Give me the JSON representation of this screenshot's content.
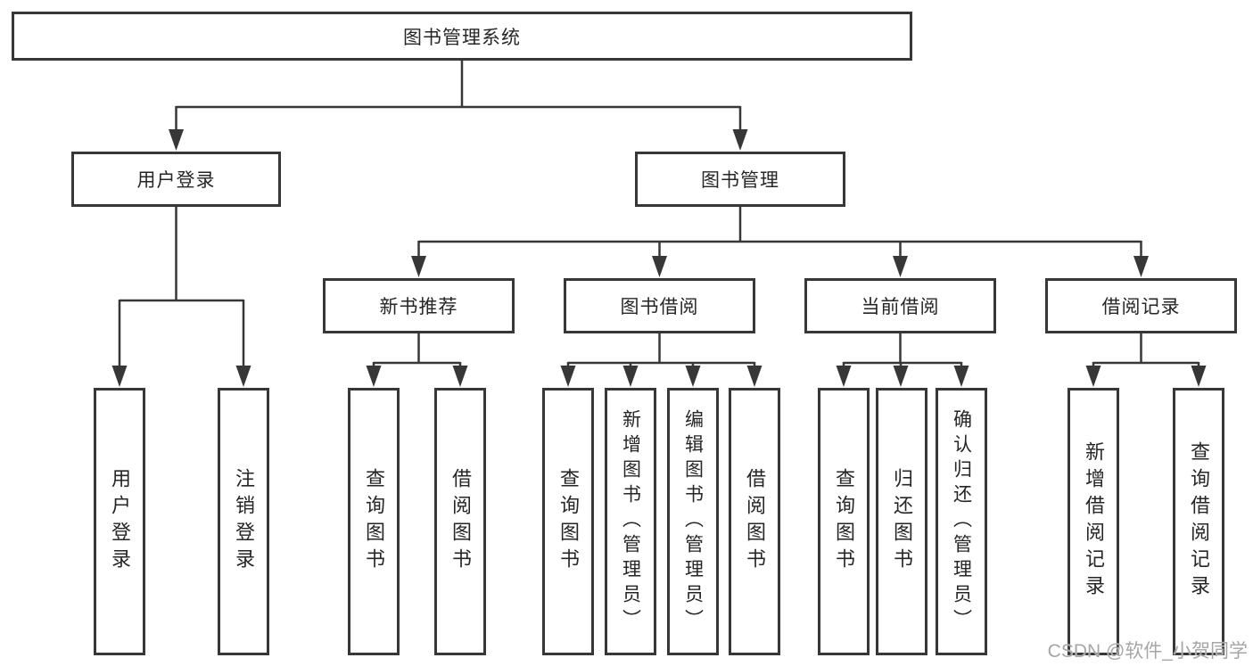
{
  "diagram": {
    "root": "图书管理系统",
    "level2": {
      "user_login": "用户登录",
      "book_management": "图书管理"
    },
    "level3": {
      "new_book": "新书推荐",
      "book_borrow": "图书借阅",
      "current_borrow": "当前借阅",
      "borrow_records": "借阅记录"
    },
    "leaves": {
      "user_login": [
        "用户登录",
        "注销登录"
      ],
      "new_book": [
        "查询图书",
        "借阅图书"
      ],
      "book_borrow": [
        "查询图书",
        "新增图书（管理员）",
        "编辑图书（管理员）",
        "借阅图书"
      ],
      "current_borrow": [
        "查询图书",
        "归还图书",
        "确认归还（管理员）"
      ],
      "borrow_records": [
        "新增借阅记录",
        "查询借阅记录"
      ]
    }
  },
  "watermark": "CSDN @软件_小贺同学",
  "colors": {
    "line": "#373737",
    "box_border": "#373737",
    "text": "#262626",
    "watermark": "#a6a6a6",
    "background": "#ffffff"
  }
}
